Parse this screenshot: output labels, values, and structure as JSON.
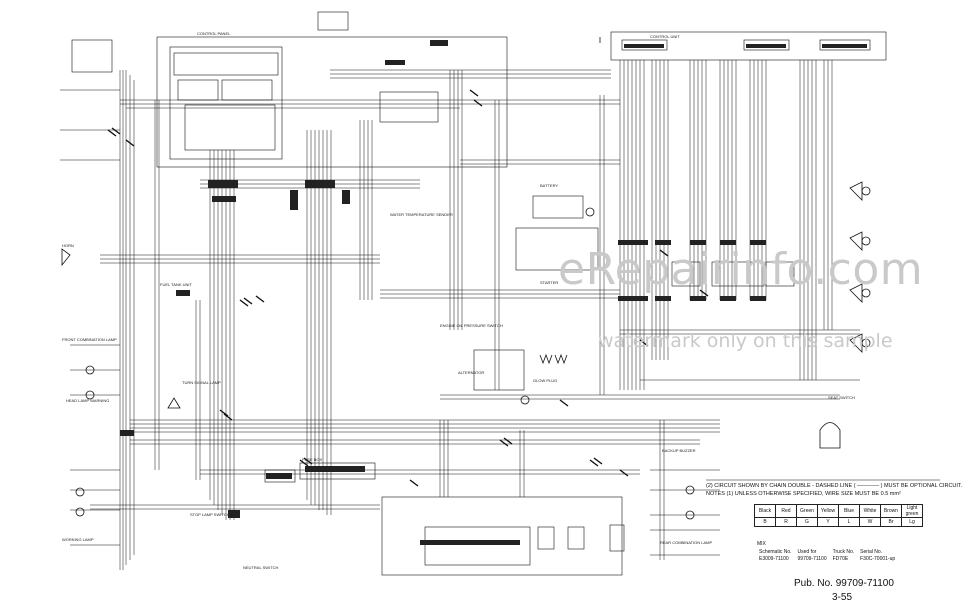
{
  "diagram": {
    "watermark_main": "eRepairinfo.com",
    "watermark_sub": "watermark only on this sample",
    "notes": [
      "(2)  CIRCUIT SHOWN BY CHAIN DOUBLE - DASHED LINE (  ————  )  MUST BE OPTIONAL CIRCUIT.",
      "NOTES  (1)  UNLESS OTHERWISE SPECIFIED, WIRE SIZE MUST BE 0.5 mm²"
    ],
    "wire_colors": {
      "names": [
        "Black",
        "Red",
        "Green",
        "Yellow",
        "Blue",
        "White",
        "Brown",
        "Light green"
      ],
      "codes": [
        "B",
        "R",
        "G",
        "Y",
        "L",
        "W",
        "Br",
        "Lg"
      ]
    },
    "info_heading": "MIX",
    "info_table": {
      "headers": [
        "Schematic No.",
        "Used for",
        "Truck No.",
        "Serial No."
      ],
      "row": [
        "E3009-71100",
        "99709-71100",
        "FD70E",
        "F30C-70001-up"
      ]
    },
    "publication": "Pub. No. 99709-71100",
    "page_number": "3-55",
    "component_labels": [
      "CONTROL PANEL",
      "CONTROL UNIT",
      "HORN",
      "FRONT COMBINATION LAMP",
      "HEAD LAMP WARNING",
      "STOP LAMP SWITCH",
      "WORKING LAMP",
      "BACKUP BUZZER",
      "ALTERNATOR",
      "STARTER",
      "BATTERY",
      "FUSE BOX",
      "FUEL TANK UNIT",
      "SEAT SWITCH",
      "GLOW PLUG",
      "REAR COMBINATION LAMP",
      "TURN SIGNAL LAMP",
      "ENGINE OIL PRESSURE SWITCH",
      "WATER TEMPERATURE SENDER",
      "NEUTRAL SWITCH"
    ]
  }
}
